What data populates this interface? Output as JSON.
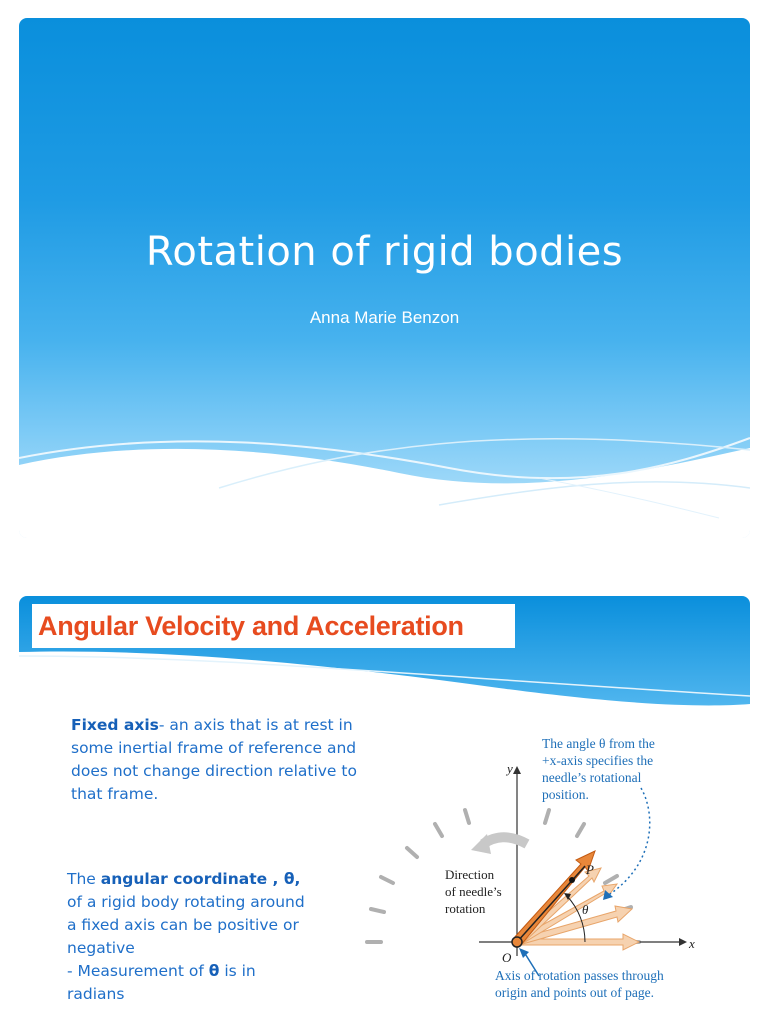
{
  "slide1": {
    "title": "Rotation of rigid bodies",
    "subtitle": "Anna Marie Benzon"
  },
  "slide2": {
    "heading": "Angular Velocity and Acceleration",
    "para1": {
      "term": "Fixed axis",
      "text": "- an axis that is at rest in some inertial frame of reference and does not change direction relative to that frame."
    },
    "para2": {
      "lead": "The ",
      "term": "angular coordinate , θ,",
      "text": " of a rigid body rotating around a fixed axis can be positive or negative",
      "bullet_prefix": "- Measurement of ",
      "bullet_symbol": "θ",
      "bullet_suffix": " is in radians"
    },
    "figure": {
      "caption_top": [
        "The angle θ from the",
        "+x-axis specifies the",
        "needle’s rotational",
        "position."
      ],
      "direction_label": [
        "Direction",
        "of needle’s",
        "rotation"
      ],
      "caption_bottom": [
        "Axis of rotation passes through",
        "origin and points out of page."
      ],
      "axis_x": "x",
      "axis_y": "y",
      "origin": "O",
      "point": "P",
      "angle": "θ"
    }
  },
  "colors": {
    "slide_blue": "#1f9be4",
    "heading_orange": "#e74b1f",
    "body_text_blue": "#1f6fc9",
    "arrow_orange": "#e8873a"
  }
}
